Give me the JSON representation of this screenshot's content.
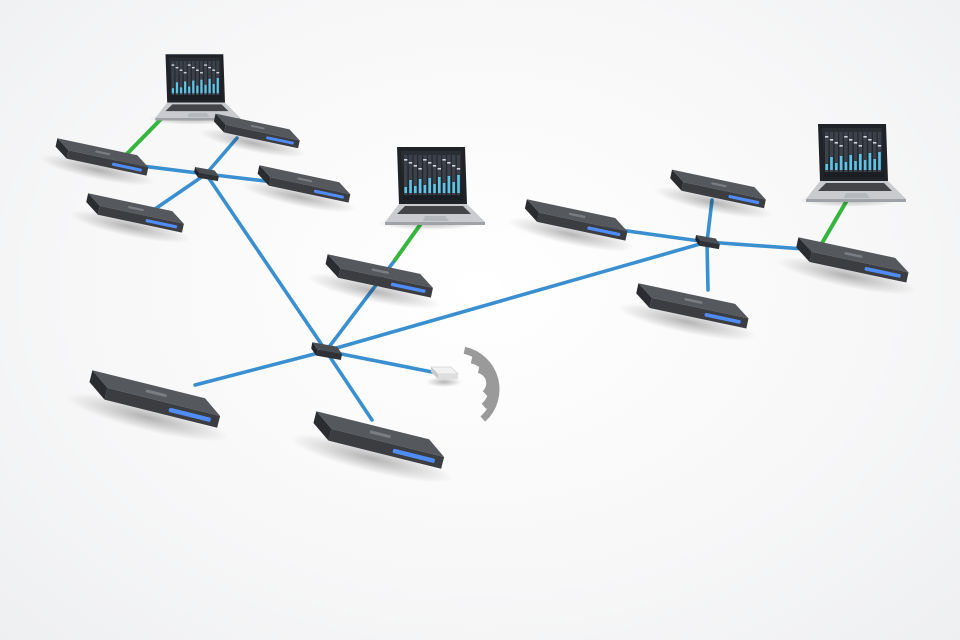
{
  "colors": {
    "background": "#f4f5f6",
    "ethernet_link": "#3a8fd0",
    "usb_link": "#35b63e",
    "device_body": "#3b3d41",
    "device_top": "#55585d",
    "device_led": "#4f8cf7",
    "switch_body": "#2f3134",
    "laptop_shell": "#c9cbce",
    "wireless_icon": "#9a9a9a",
    "access_point": "#f2f2f2"
  },
  "icons": {
    "rack_device": "rack-unit-icon",
    "network_switch": "switch-icon",
    "laptop": "laptop-icon",
    "wireless_access_point": "access-point-icon",
    "wireless_signal": "wifi-waves-icon"
  },
  "network": {
    "switches": [
      {
        "id": "sw-left"
      },
      {
        "id": "sw-center"
      },
      {
        "id": "sw-right"
      }
    ],
    "devices": [
      {
        "id": "dev-l1"
      },
      {
        "id": "dev-l2"
      },
      {
        "id": "dev-l3"
      },
      {
        "id": "dev-l4"
      },
      {
        "id": "dev-c1"
      },
      {
        "id": "dev-c2"
      },
      {
        "id": "dev-c3"
      },
      {
        "id": "dev-r1"
      },
      {
        "id": "dev-r2"
      },
      {
        "id": "dev-r3"
      },
      {
        "id": "dev-r4"
      }
    ],
    "laptops": [
      {
        "id": "laptop-left"
      },
      {
        "id": "laptop-center"
      },
      {
        "id": "laptop-right"
      }
    ],
    "access_point": {
      "id": "ap-1"
    },
    "links": [
      {
        "from": "sw-left",
        "to": "dev-l1",
        "type": "ethernet"
      },
      {
        "from": "sw-left",
        "to": "dev-l2",
        "type": "ethernet"
      },
      {
        "from": "sw-left",
        "to": "dev-l3",
        "type": "ethernet"
      },
      {
        "from": "sw-left",
        "to": "dev-l4",
        "type": "ethernet"
      },
      {
        "from": "sw-left",
        "to": "sw-center",
        "type": "ethernet"
      },
      {
        "from": "sw-center",
        "to": "dev-c1",
        "type": "ethernet"
      },
      {
        "from": "sw-center",
        "to": "dev-c2",
        "type": "ethernet"
      },
      {
        "from": "sw-center",
        "to": "dev-c3",
        "type": "ethernet"
      },
      {
        "from": "sw-center",
        "to": "ap-1",
        "type": "ethernet"
      },
      {
        "from": "sw-center",
        "to": "sw-right",
        "type": "ethernet"
      },
      {
        "from": "sw-right",
        "to": "dev-r1",
        "type": "ethernet"
      },
      {
        "from": "sw-right",
        "to": "dev-r2",
        "type": "ethernet"
      },
      {
        "from": "sw-right",
        "to": "dev-r3",
        "type": "ethernet"
      },
      {
        "from": "sw-right",
        "to": "dev-r4",
        "type": "ethernet"
      },
      {
        "from": "laptop-left",
        "to": "dev-l1",
        "type": "usb"
      },
      {
        "from": "laptop-center",
        "to": "dev-c1",
        "type": "usb"
      },
      {
        "from": "laptop-right",
        "to": "dev-r4",
        "type": "usb"
      }
    ]
  }
}
